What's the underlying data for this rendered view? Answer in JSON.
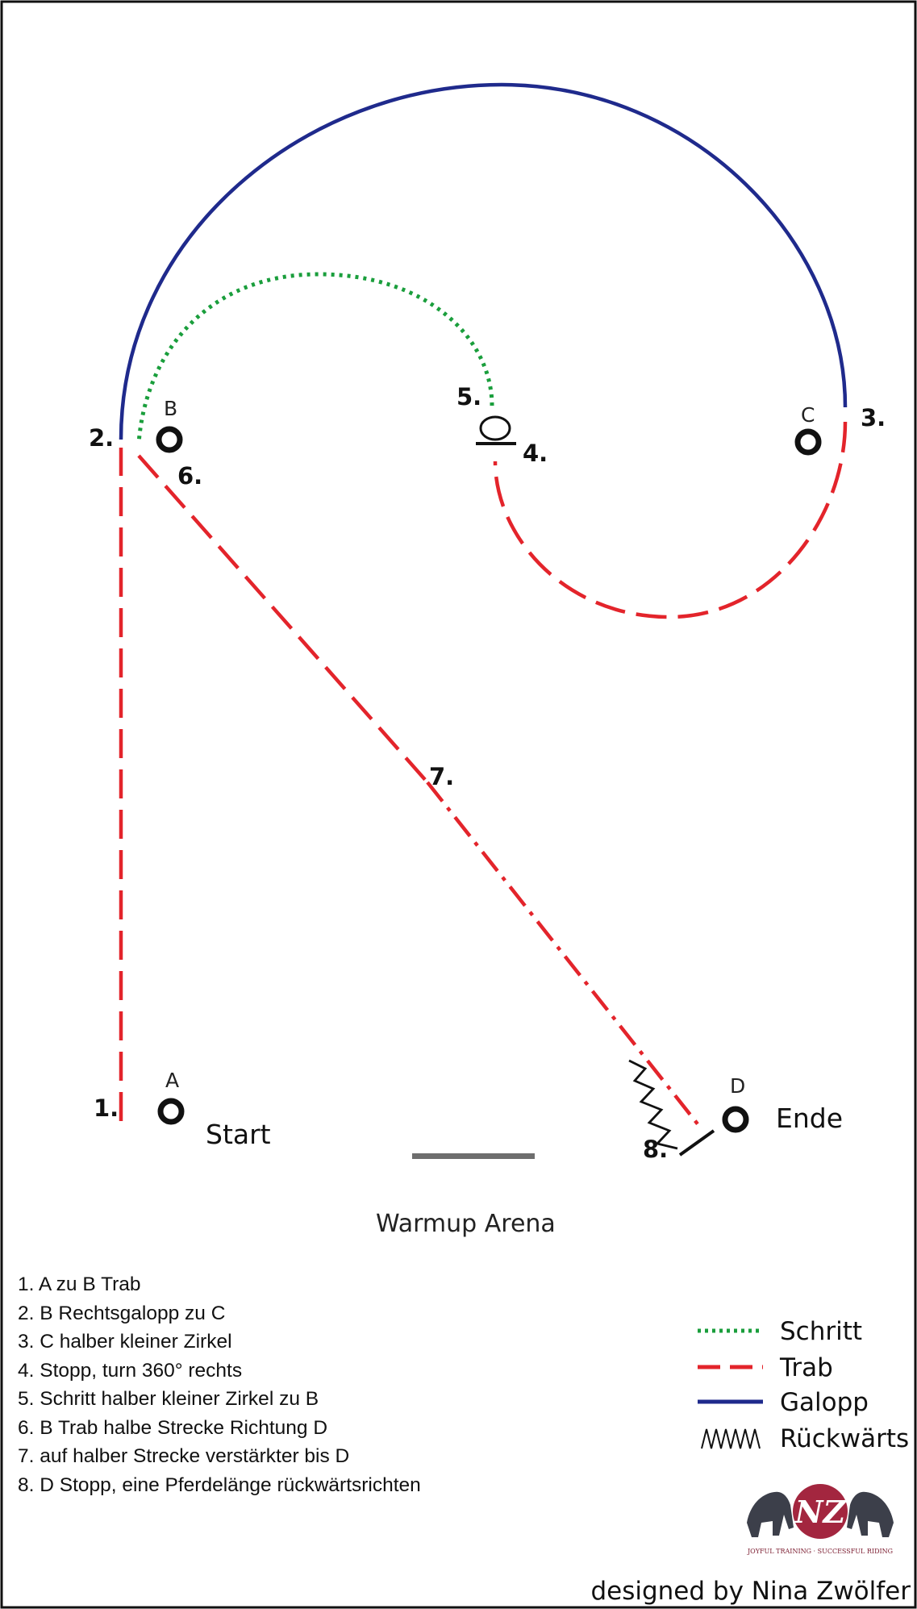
{
  "markers": {
    "A": "A",
    "B": "B",
    "C": "C",
    "D": "D"
  },
  "step_labels": [
    "1.",
    "2.",
    "3.",
    "4.",
    "5.",
    "6.",
    "7.",
    "8."
  ],
  "words": {
    "start": "Start",
    "end": "Ende"
  },
  "arena_label": "Warmup Arena",
  "instructions": [
    "1. A zu B Trab",
    "2. B Rechtsgalopp zu C",
    "3. C halber kleiner Zirkel",
    "4. Stopp, turn 360° rechts",
    "5. Schritt halber kleiner Zirkel zu B",
    "6. B Trab halbe Strecke Richtung D",
    "7. auf halber Strecke verstärkter bis D",
    "8. D Stopp, eine Pferdelänge rückwärtsrichten"
  ],
  "legend": [
    {
      "label": "Schritt",
      "style": "dotted",
      "color": "#1a9e3c"
    },
    {
      "label": "Trab",
      "style": "dashed",
      "color": "#e3242b"
    },
    {
      "label": "Galopp",
      "style": "solid",
      "color": "#1f2a8c"
    },
    {
      "label": "Rückwärts",
      "style": "zigzag",
      "color": "#111111"
    }
  ],
  "logo": {
    "monogram": "NZ",
    "tagline": "JOYFUL TRAINING · SUCCESSFUL RIDING"
  },
  "credit": "designed by Nina Zwölfer",
  "colors": {
    "walk": "#1a9e3c",
    "trot": "#e3242b",
    "canter": "#1f2a8c",
    "gait_bar": "#6e6e6e"
  }
}
